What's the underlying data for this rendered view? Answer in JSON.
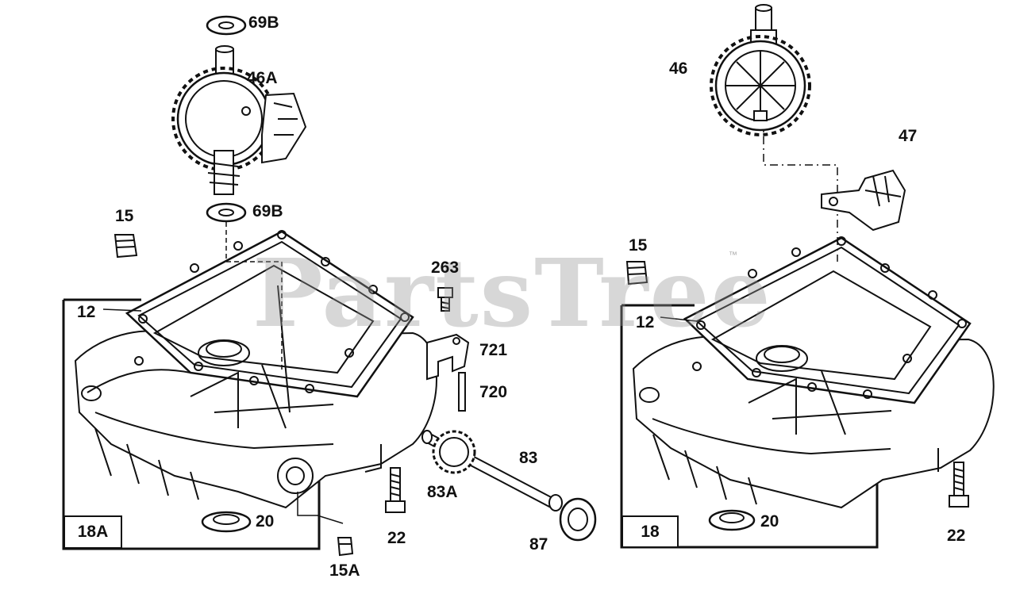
{
  "watermark": {
    "text": "PartsTree",
    "mark": "™"
  },
  "labels": {
    "l69b_top": "69B",
    "l46a": "46A",
    "l69b_mid": "69B",
    "l15_left": "15",
    "l12_left": "12",
    "l263": "263",
    "l721": "721",
    "l720": "720",
    "l83": "83",
    "l83a": "83A",
    "l20_left": "20",
    "l22_left": "22",
    "l87": "87",
    "l15a": "15A",
    "l46": "46",
    "l47": "47",
    "l15_right": "15",
    "l12_right": "12",
    "l20_right": "20",
    "l22_right": "22"
  },
  "boxes": {
    "left": "18A",
    "right": "18"
  }
}
